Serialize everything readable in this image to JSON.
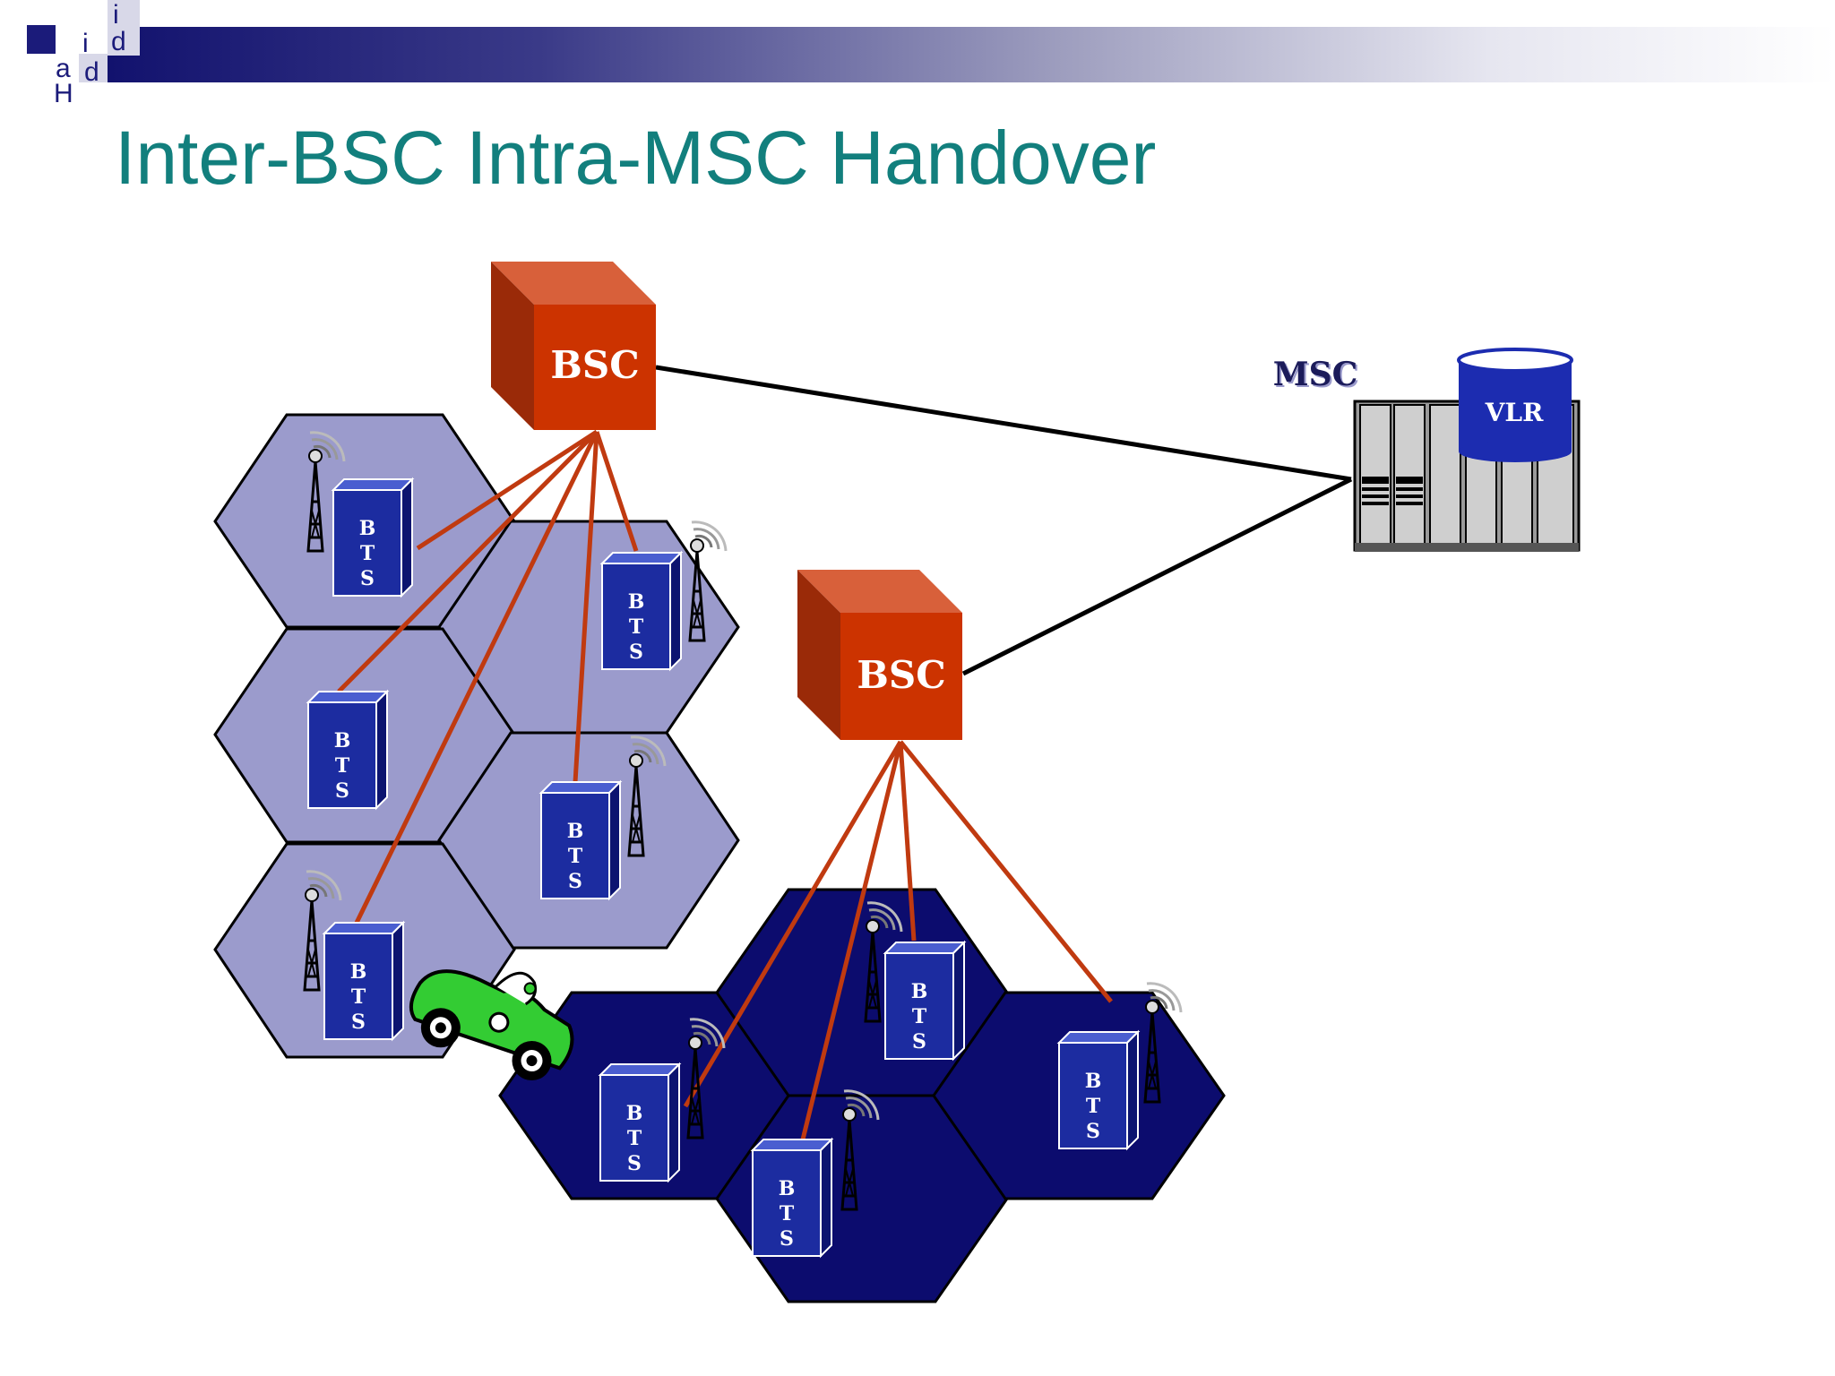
{
  "logo": {
    "letters": [
      "i",
      "d",
      "i",
      "d",
      "a",
      "H"
    ]
  },
  "slide": {
    "title": "Inter-BSC Intra-MSC Handover"
  },
  "diagram": {
    "bsc_label": "BSC",
    "msc_label": "MSC",
    "vlr_label": "VLR",
    "bts_letters": [
      "B",
      "T",
      "S"
    ],
    "colors": {
      "bsc": "#cc3300",
      "bts": "#1a2a9c",
      "cell_group_1": "#9b9bcc",
      "cell_group_2": "#0c0c6e",
      "link_bsc_bts": "#c03a10",
      "link_bsc_msc": "#000000",
      "car": "#33cc33"
    }
  }
}
